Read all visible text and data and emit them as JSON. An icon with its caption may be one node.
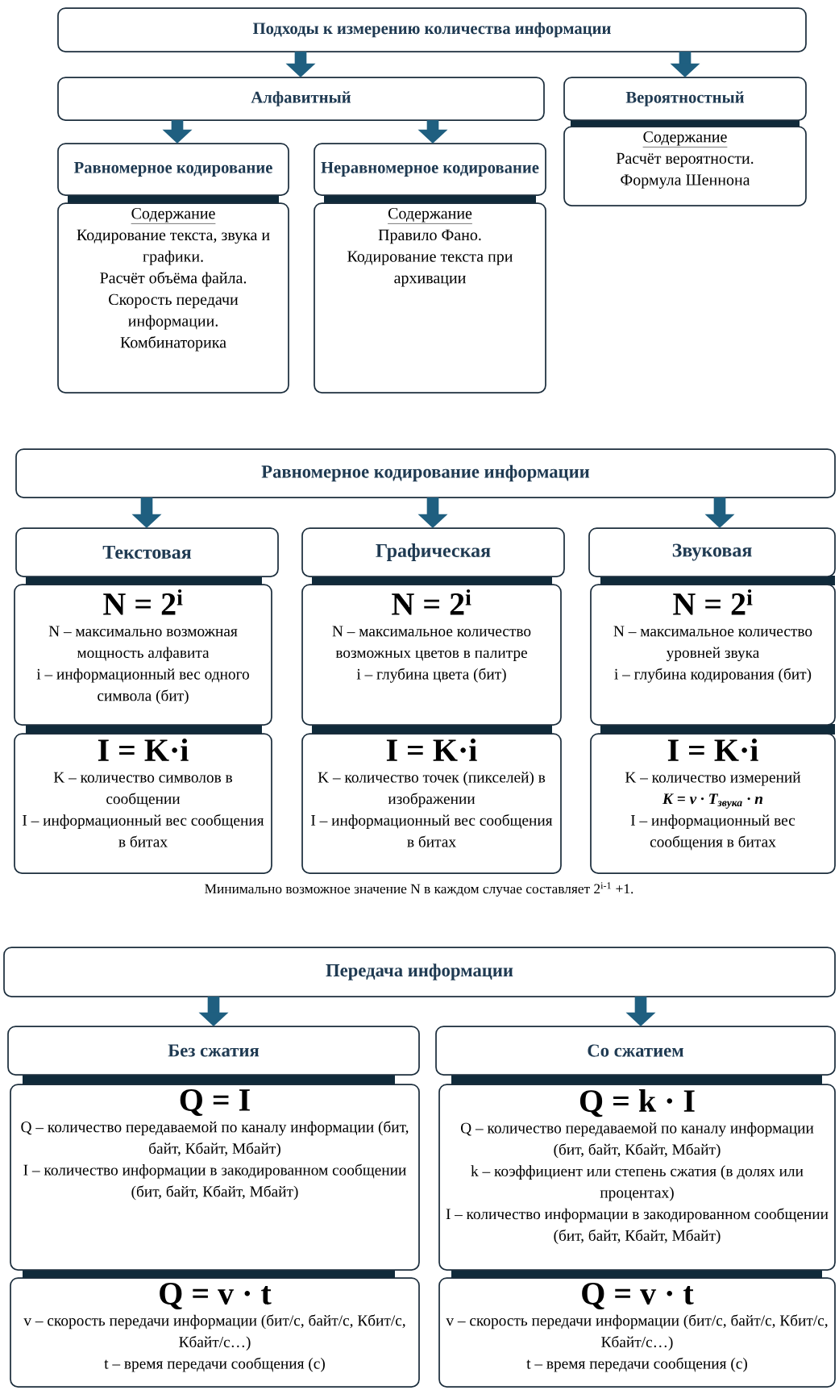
{
  "diagram": {
    "nodes": [
      {
        "text": [
          "Подходы к измерению количества информации"
        ]
      },
      {
        "text": [
          "Алфавитный"
        ]
      },
      {
        "text": [
          "Вероятностный"
        ]
      },
      {
        "text": [
          "Содержание",
          "Расчёт вероятности.",
          "Формула Шеннона"
        ]
      },
      {
        "text": [
          "Равномерное кодирование"
        ]
      },
      {
        "text": [
          "Неравномерное кодирование"
        ]
      },
      {
        "text": [
          "Содержание",
          "Кодирование текста, звука и графики.",
          "Расчёт объёма файла.",
          "Скорость передачи информации.",
          "Комбинаторика"
        ]
      },
      {
        "text": [
          "Содержание",
          "Правило Фано.",
          "Кодирование текста при архивации"
        ]
      },
      {
        "text": [
          "Равномерное кодирование информации"
        ]
      },
      {
        "text": [
          "Текстовая"
        ]
      },
      {
        "text": [
          "Графическая"
        ]
      },
      {
        "text": [
          "Звуковая"
        ]
      },
      {
        "text": [
          "N = 2$^{i}$",
          "N – максимально возможная мощность алфавита",
          "i – информационный вес одного символа (бит)"
        ]
      },
      {
        "text": [
          "N = 2$^{i}$",
          "N – максимальное количество возможных цветов в палитре",
          "i – глубина цвета (бит)"
        ]
      },
      {
        "text": [
          "N = 2$^{i}$",
          "N – максимальное количество уровней звука",
          "i – глубина кодирования (бит)"
        ]
      },
      {
        "text": [
          "I = K·i",
          "K – количество символов в сообщении",
          "I – информационный вес сообщения в битах"
        ]
      },
      {
        "text": [
          "I = K·i",
          "K – количество точек (пикселей) в изображении",
          "I – информационный вес сообщения в битах"
        ]
      },
      {
        "text": [
          "I = K·i",
          "K – количество измерений",
          "K = v · T$_{звука}$ · n",
          "I – информационный вес сообщения в битах"
        ]
      },
      {
        "text": [
          "Передача информации"
        ]
      },
      {
        "text": [
          "Без сжатия"
        ]
      },
      {
        "text": [
          "Со сжатием"
        ]
      },
      {
        "text": [
          "Q = I",
          "Q – количество передаваемой по каналу информации (бит, байт, Кбайт, Мбайт)",
          "I – количество информации в закодированном сообщении (бит, байт, Кбайт, Мбайт)"
        ]
      },
      {
        "text": [
          "Q = k · I",
          "Q – количество передаваемой по каналу информации (бит, байт, Кбайт, Мбайт)",
          "k – коэффициент или степень сжатия (в долях или процентах)",
          "I – количество информации в закодированном сообщении (бит, байт, Кбайт, Мбайт)"
        ]
      },
      {
        "text": [
          "Q = v · t",
          "v – скорость передачи информации (бит/с, байт/с, Кбит/с, Кбайт/с…)",
          "t – время передачи сообщения (с)"
        ]
      },
      {
        "text": [
          "Q = v · t",
          "v – скорость передачи информации (бит/с, байт/с, Кбит/с, Кбайт/с…)",
          "t – время передачи сообщения (с)"
        ]
      }
    ],
    "edges": [
      {
        "from": 0,
        "to": 1,
        "arrow": "to"
      },
      {
        "from": 0,
        "to": 2,
        "arrow": "to"
      },
      {
        "from": 1,
        "to": 4,
        "arrow": "to"
      },
      {
        "from": 1,
        "to": 5,
        "arrow": "to"
      },
      {
        "from": 8,
        "to": 9,
        "arrow": "to"
      },
      {
        "from": 8,
        "to": 10,
        "arrow": "to"
      },
      {
        "from": 8,
        "to": 11,
        "arrow": "to"
      },
      {
        "from": 18,
        "to": 19,
        "arrow": "to"
      },
      {
        "from": 18,
        "to": 20,
        "arrow": "to"
      }
    ],
    "labels": [
      "Минимально возможное значение N в каждом случае составляет 2$^{i-1}$ +1."
    ]
  }
}
